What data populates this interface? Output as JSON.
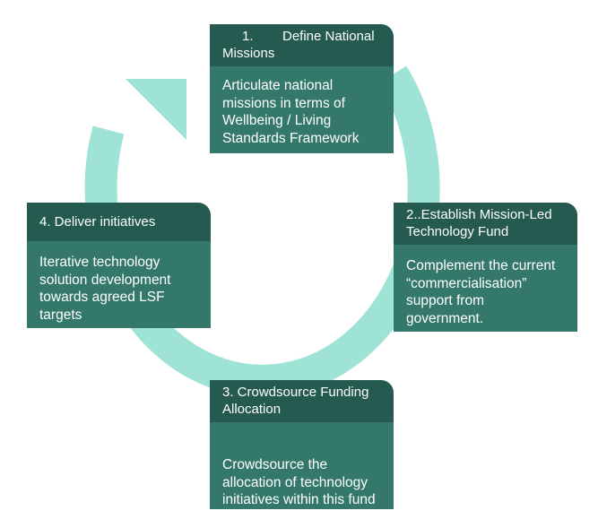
{
  "diagram": {
    "colors": {
      "ring": "#9fe3d7",
      "header": "#245a50",
      "body": "#34786b",
      "text": "#ffffff"
    },
    "steps": [
      {
        "number": "1.",
        "title": "Define National Missions",
        "description": "Articulate national missions in terms of Wellbeing / Living Standards Framework"
      },
      {
        "title": "2..Establish Mission-Led Technology Fund",
        "description": "Complement the current “commercialisation” support from government."
      },
      {
        "title": "3. Crowdsource Funding Allocation",
        "description": "Crowdsource the allocation of technology initiatives within this fund"
      },
      {
        "title": "4. Deliver initiatives",
        "description": "Iterative technology solution development towards agreed LSF targets"
      }
    ]
  }
}
